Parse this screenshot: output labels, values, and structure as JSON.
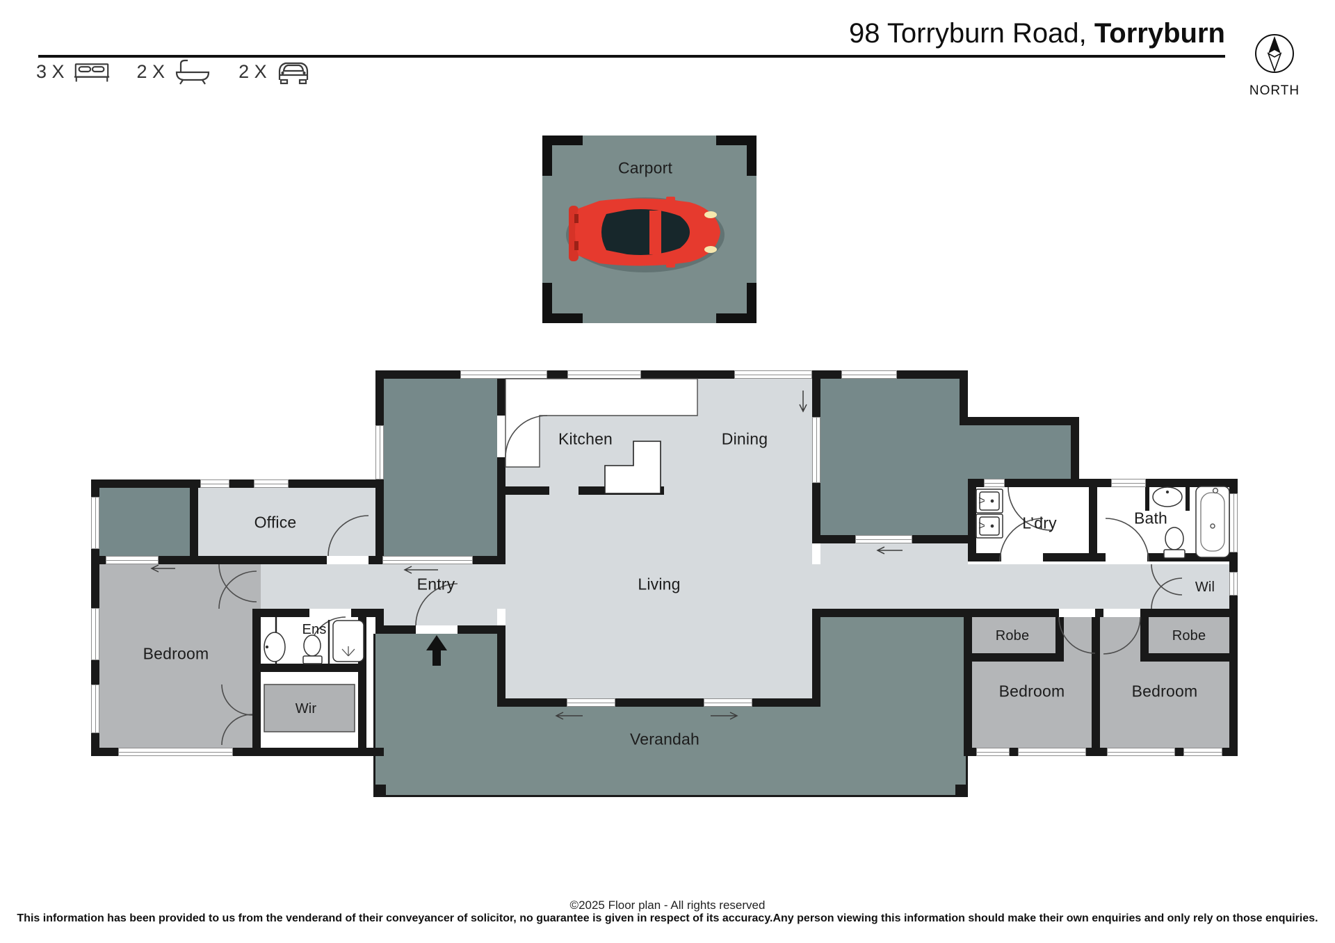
{
  "header": {
    "address_regular": "98 Torryburn Road, ",
    "address_bold": "Torryburn",
    "north_label": "NORTH",
    "stats": [
      {
        "count": "3 X",
        "icon": "bed-icon"
      },
      {
        "count": "2 X",
        "icon": "bath-icon"
      },
      {
        "count": "2 X",
        "icon": "car-icon"
      }
    ]
  },
  "rooms": {
    "carport": "Carport",
    "kitchen": "Kitchen",
    "dining": "Dining",
    "office": "Office",
    "entry": "Entry",
    "living": "Living",
    "laundry": "L’dry",
    "bath": "Bath",
    "wil": "Wil",
    "robe1": "Robe",
    "robe2": "Robe",
    "bedroom_master": "Bedroom",
    "bedroom2": "Bedroom",
    "bedroom3": "Bedroom",
    "ens": "Ens",
    "wir": "Wir",
    "verandah": "Verandah"
  },
  "footer": {
    "copyright": "©2025 Floor plan  - All rights reserved",
    "disclaimer": "This information has been provided to us from the venderand of their conveyancer of solicitor, no guarantee is given in respect of its accuracy.Any person viewing this information should make their own enquiries and only rely on those enquiries."
  },
  "colors": {
    "wall": "#191919",
    "interior_light": "#d6dadd",
    "outdoor_deck": "#76898a",
    "verandah": "#7b8d8c",
    "bedroom_gray": "#b4b6b8",
    "white_room": "#ffffff",
    "car_red": "#e63a2e"
  }
}
